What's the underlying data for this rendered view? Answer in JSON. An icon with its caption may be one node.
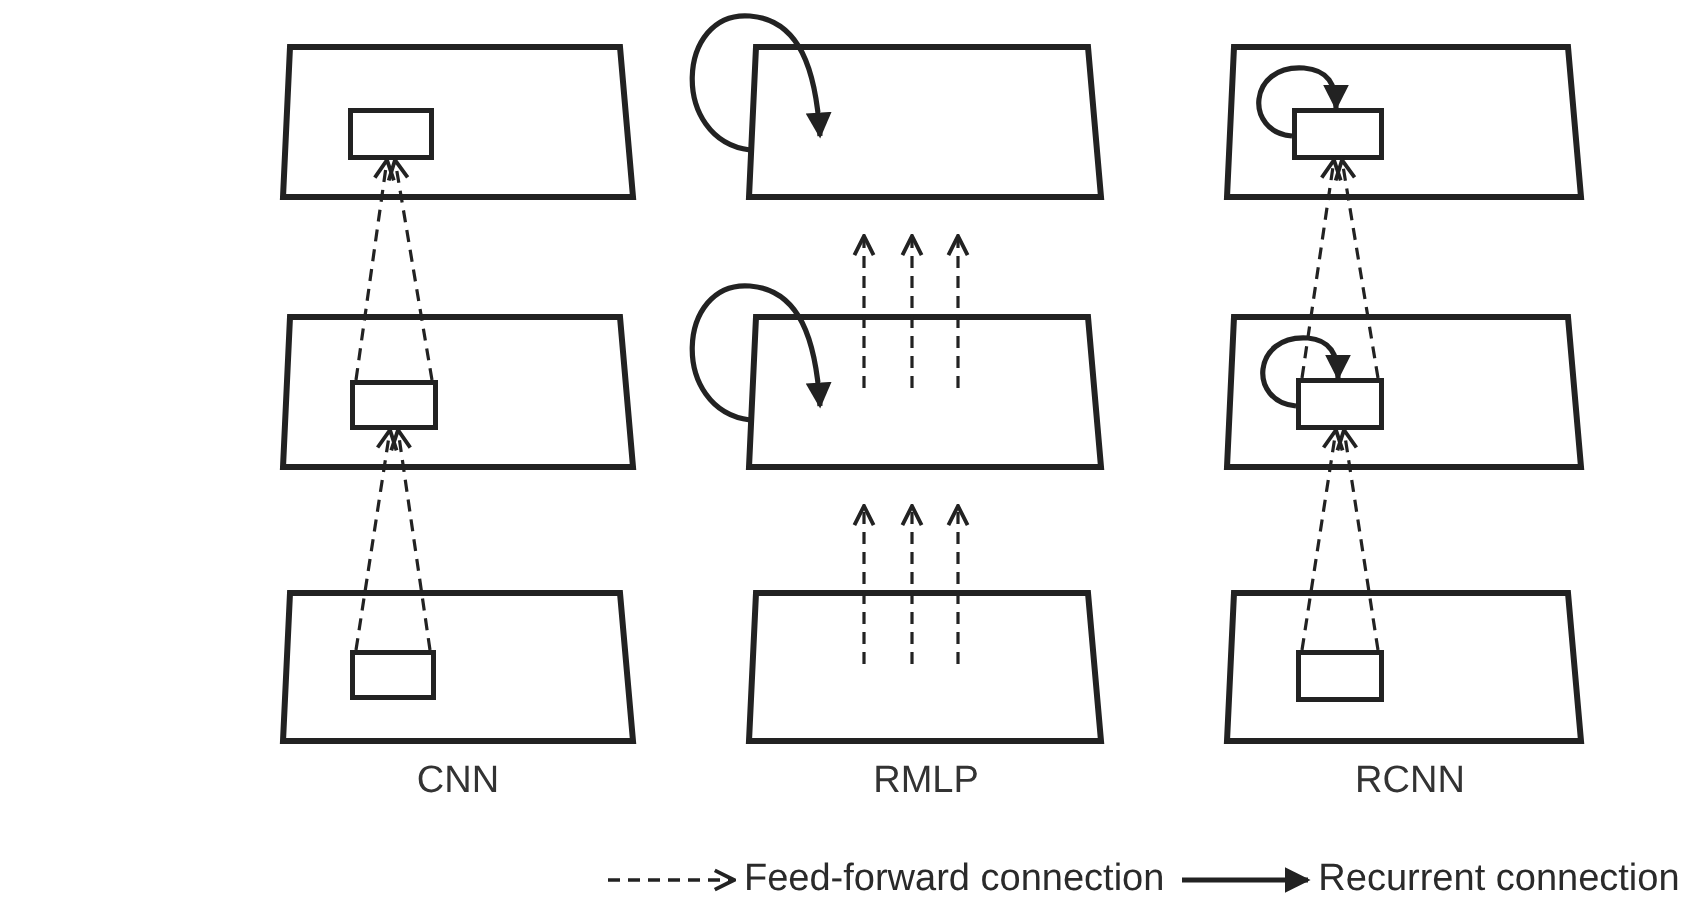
{
  "diagram": {
    "nodes": [
      {
        "text": [],
        "shape": "trapezoid"
      },
      {
        "text": [],
        "shape": "box",
        "in": 0
      },
      {
        "text": [],
        "shape": "trapezoid"
      },
      {
        "text": [],
        "shape": "box",
        "in": 2
      },
      {
        "text": [],
        "shape": "trapezoid"
      },
      {
        "text": [],
        "shape": "box",
        "in": 4
      },
      {
        "text": [],
        "shape": "trapezoid"
      },
      {
        "text": [],
        "shape": "trapezoid"
      },
      {
        "text": [],
        "shape": "trapezoid"
      },
      {
        "text": [],
        "shape": "trapezoid"
      },
      {
        "text": [],
        "shape": "box",
        "in": 9
      },
      {
        "text": [],
        "shape": "trapezoid"
      },
      {
        "text": [],
        "shape": "box",
        "in": 11
      },
      {
        "text": [],
        "shape": "trapezoid"
      },
      {
        "text": [],
        "shape": "box",
        "in": 13
      }
    ],
    "edges": [
      {
        "from": 5,
        "to": 3,
        "arrow": "to",
        "style": "dashed"
      },
      {
        "from": 5,
        "to": 3,
        "arrow": "to",
        "style": "dashed"
      },
      {
        "from": 3,
        "to": 1,
        "arrow": "to",
        "style": "dashed"
      },
      {
        "from": 3,
        "to": 1,
        "arrow": "to",
        "style": "dashed"
      },
      {
        "from": 6,
        "to": 6,
        "arrow": "to"
      },
      {
        "from": 7,
        "to": 7,
        "arrow": "to"
      },
      {
        "from": 8,
        "to": 7,
        "arrow": "to",
        "style": "dashed"
      },
      {
        "from": 8,
        "to": 7,
        "arrow": "to",
        "style": "dashed"
      },
      {
        "from": 8,
        "to": 7,
        "arrow": "to",
        "style": "dashed"
      },
      {
        "from": 7,
        "to": 6,
        "arrow": "to",
        "style": "dashed"
      },
      {
        "from": 7,
        "to": 6,
        "arrow": "to",
        "style": "dashed"
      },
      {
        "from": 7,
        "to": 6,
        "arrow": "to",
        "style": "dashed"
      },
      {
        "from": 10,
        "to": 10,
        "arrow": "to"
      },
      {
        "from": 12,
        "to": 12,
        "arrow": "to"
      },
      {
        "from": 14,
        "to": 12,
        "arrow": "to",
        "style": "dashed"
      },
      {
        "from": 14,
        "to": 12,
        "arrow": "to",
        "style": "dashed"
      },
      {
        "from": 12,
        "to": 10,
        "arrow": "to",
        "style": "dashed"
      },
      {
        "from": 12,
        "to": 10,
        "arrow": "to",
        "style": "dashed"
      }
    ],
    "labels": [
      "CNN",
      "RMLP",
      "RCNN"
    ],
    "legend": [
      {
        "text": "Feed-forward connection"
      },
      {
        "text": "Recurrent connection"
      }
    ]
  }
}
